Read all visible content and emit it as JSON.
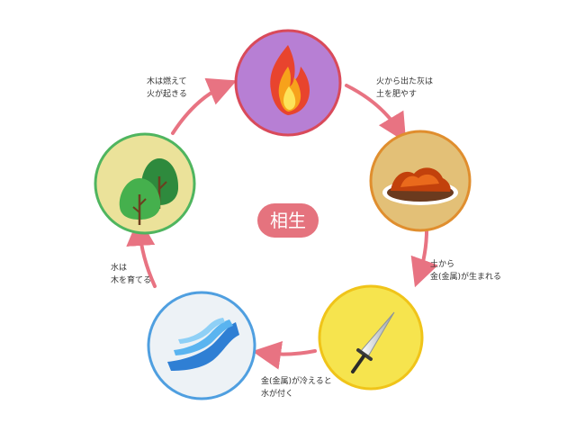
{
  "center_label": "相生",
  "colors": {
    "arrow": "#e87382",
    "badge": "#e5737e"
  },
  "elements": [
    {
      "id": "fire",
      "icon": "flame-icon",
      "fill": "#b77fd4",
      "ring": "#d94a5a"
    },
    {
      "id": "earth",
      "icon": "mounds-icon",
      "fill": "#e3c077",
      "ring": "#e08e2e"
    },
    {
      "id": "metal",
      "icon": "sword-icon",
      "fill": "#f6e44e",
      "ring": "#f0c419"
    },
    {
      "id": "water",
      "icon": "waves-icon",
      "fill": "#edf2f6",
      "ring": "#4f9fe0"
    },
    {
      "id": "wood",
      "icon": "trees-icon",
      "fill": "#ebe29a",
      "ring": "#4fb55f"
    }
  ],
  "captions": {
    "fire_to_earth": {
      "line1": "火から出た灰は",
      "line2": "土を肥やす"
    },
    "earth_to_metal": {
      "line1": "土から",
      "line2": "金(金属)が生まれる"
    },
    "metal_to_water": {
      "line1": "金(金属)が冷えると",
      "line2": "水が付く"
    },
    "water_to_wood": {
      "line1": "水は",
      "line2": "木を育てる"
    },
    "wood_to_fire": {
      "line1": "木は燃えて",
      "line2": "火が起きる"
    }
  }
}
